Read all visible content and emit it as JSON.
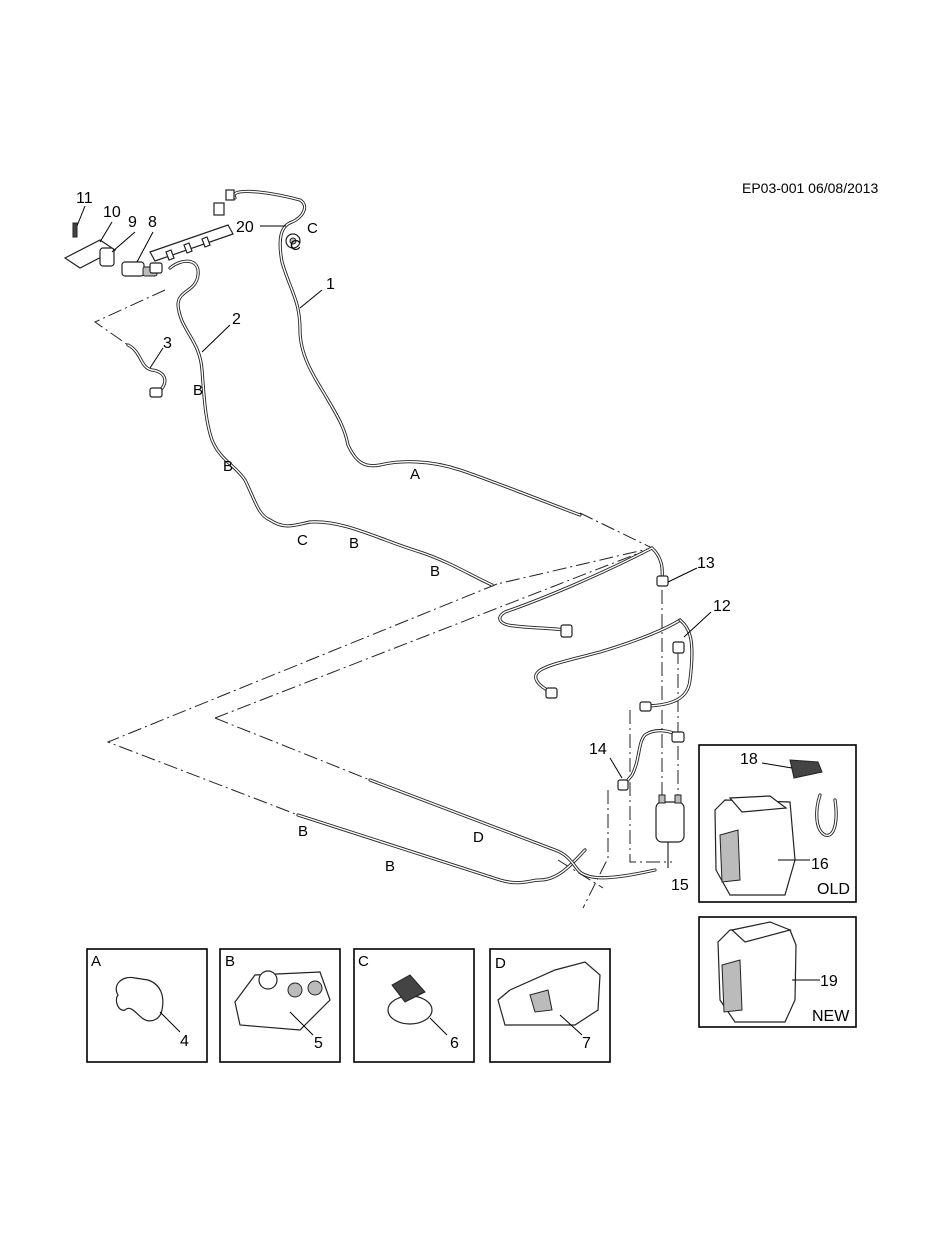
{
  "header": {
    "code": "EP03-001 06/08/2013"
  },
  "callouts": [
    "1",
    "2",
    "3",
    "4",
    "5",
    "6",
    "7",
    "8",
    "9",
    "10",
    "11",
    "12",
    "13",
    "14",
    "15",
    "16",
    "18",
    "19",
    "20"
  ],
  "clip_refs": {
    "a": "A",
    "b": "B",
    "c": "C",
    "d": "D"
  },
  "detail_boxes": [
    {
      "letter": "A",
      "number": "4"
    },
    {
      "letter": "B",
      "number": "5"
    },
    {
      "letter": "C",
      "number": "6"
    },
    {
      "letter": "D",
      "number": "7"
    }
  ],
  "variants": {
    "old": "OLD",
    "new": "NEW"
  }
}
